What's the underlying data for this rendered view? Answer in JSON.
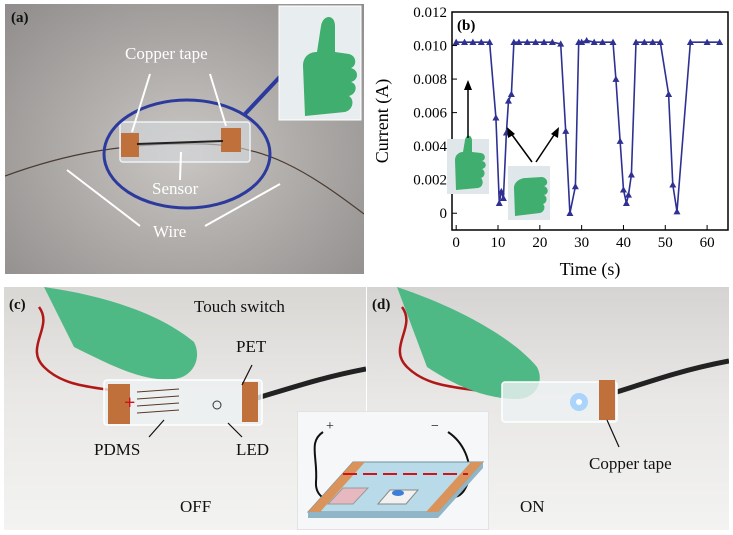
{
  "panels": {
    "a": {
      "label": "(a)",
      "copper_tape": "Copper tape",
      "sensor": "Sensor",
      "wire": "Wire"
    },
    "b": {
      "label": "(b)"
    },
    "c": {
      "label": "(c)",
      "title": "Touch switch",
      "pet": "PET",
      "pdms": "PDMS",
      "led": "LED",
      "state": "OFF"
    },
    "d": {
      "label": "(d)",
      "copper_tape": "Copper tape",
      "state": "ON"
    },
    "schematic": {
      "plus": "+",
      "minus": "−"
    }
  },
  "colors": {
    "series": "#2e3192",
    "ellipse": "#2b3a9c",
    "copper": "#c0703a",
    "glove": "#3fae6e"
  },
  "chart_data": {
    "type": "line",
    "xlabel": "Time (s)",
    "ylabel": "Current (A)",
    "xlim": [
      -1,
      65
    ],
    "ylim": [
      -0.001,
      0.012
    ],
    "xticks": [
      0,
      10,
      20,
      30,
      40,
      50,
      60
    ],
    "yticks": [
      0,
      0.002,
      0.004,
      0.006,
      0.008,
      0.01,
      0.012
    ],
    "ytick_labels": [
      "0",
      "0.002",
      "0.004",
      "0.006",
      "0.008",
      "0.010",
      "0.012"
    ],
    "marker": "triangle",
    "x": [
      0,
      2,
      4,
      6,
      8,
      9.5,
      10.3,
      10.8,
      11.3,
      12,
      12.5,
      13.2,
      13.8,
      15,
      17,
      19,
      21,
      23,
      25,
      26.2,
      27.2,
      28.5,
      29.3,
      30,
      31.2,
      33,
      35,
      37.5,
      38.2,
      39.2,
      40,
      40.7,
      41.2,
      41.9,
      43,
      45,
      47,
      48.8,
      50.8,
      51.8,
      52.8,
      56,
      60,
      63
    ],
    "y": [
      0.0102,
      0.0102,
      0.0102,
      0.0102,
      0.0102,
      0.0057,
      0.0006,
      0.0013,
      0.0009,
      0.0048,
      0.0067,
      0.0071,
      0.0102,
      0.0102,
      0.0102,
      0.0102,
      0.0102,
      0.0102,
      0.0101,
      0.0049,
      0.0,
      0.0016,
      0.0102,
      0.0102,
      0.0103,
      0.0102,
      0.0102,
      0.0102,
      0.008,
      0.0043,
      0.0014,
      0.0006,
      0.0011,
      0.0023,
      0.0102,
      0.0102,
      0.0102,
      0.0102,
      0.0071,
      0.0017,
      0.0001,
      0.0102,
      0.0102,
      0.0102
    ]
  }
}
